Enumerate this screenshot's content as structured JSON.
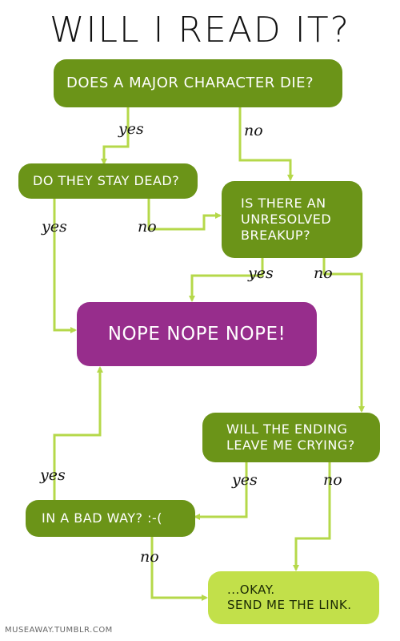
{
  "title": "WILL I READ IT?",
  "nodes": {
    "major_death": "DOES A MAJOR CHARACTER DIE?",
    "stay_dead": "DO THEY STAY DEAD?",
    "breakup": "IS THERE AN\nUNRESOLVED\nBREAKUP?",
    "nope": "NOPE NOPE NOPE!",
    "crying": "WILL THE ENDING\nLEAVE ME CRYING?",
    "bad_way": "IN A BAD WAY? :-(",
    "okay": "...OKAY.\nSEND ME THE LINK."
  },
  "labels": {
    "major_yes": "yes",
    "major_no": "no",
    "dead_yes": "yes",
    "dead_no": "no",
    "breakup_yes": "yes",
    "breakup_no": "no",
    "crying_yes": "yes",
    "crying_no": "no",
    "bad_yes": "yes",
    "bad_no": "no"
  },
  "credit": "MUSEAWAY.TUMBLR.COM",
  "colors": {
    "dark_green": "#6b9418",
    "light_green": "#c2e04a",
    "purple": "#972d8c",
    "connector": "#b5d84a"
  }
}
